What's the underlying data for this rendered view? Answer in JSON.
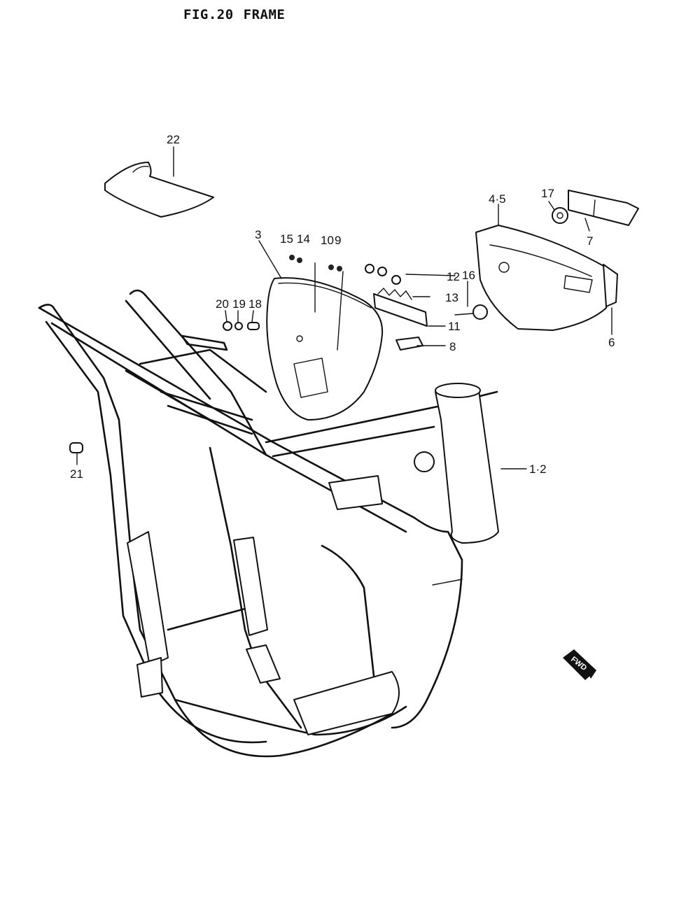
{
  "figure": {
    "number": "FIG.20",
    "name": "FRAME"
  },
  "callouts": {
    "c22": "22",
    "c3": "3",
    "c15": "15",
    "c14": "14",
    "c10": "10",
    "c9": "9",
    "c12": "12",
    "c16": "16",
    "c13": "13",
    "c11": "11",
    "c8": "8",
    "c45": "4·5",
    "c17": "17",
    "c7": "7",
    "c6": "6",
    "c20": "20",
    "c19": "19",
    "c18": "18",
    "c21": "21",
    "c12frame": "1·2"
  },
  "direction_badge": "FWD",
  "colors": {
    "ink": "#111111",
    "paper": "#ffffff"
  }
}
